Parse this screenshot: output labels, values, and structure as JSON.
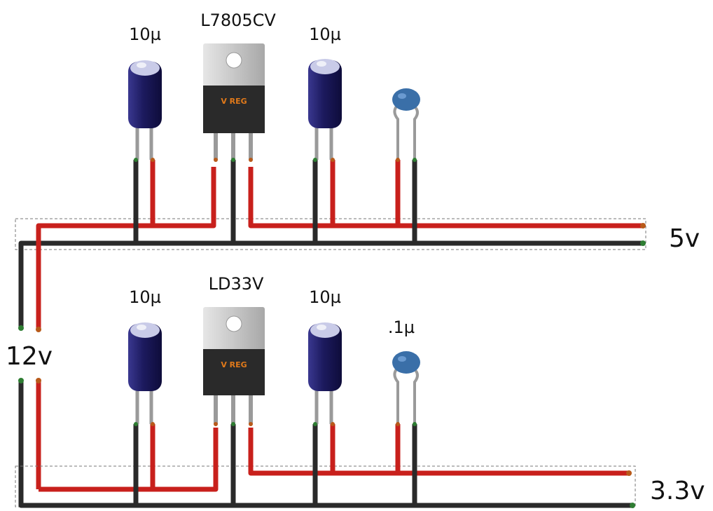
{
  "labels": {
    "top_cap_left": "10µ",
    "top_regulator": "L7805CV",
    "top_cap_right": "10µ",
    "bottom_cap_left": "10µ",
    "bottom_regulator": "LD33V",
    "bottom_cap_right": "10µ",
    "bottom_ceramic": ".1µ",
    "input_voltage": "12v",
    "output_top": "5v",
    "output_bottom": "3.3v",
    "reg_marking": "V REG"
  },
  "colors": {
    "wire_red": "#c8201c",
    "wire_black": "#2a2a2a",
    "electrolytic_body": "#1c1a5e",
    "ceramic_body": "#3a6fa8",
    "regulator_body": "#2a2a2a",
    "regulator_tab": "#c9c9c9",
    "marking": "#e0791a"
  }
}
